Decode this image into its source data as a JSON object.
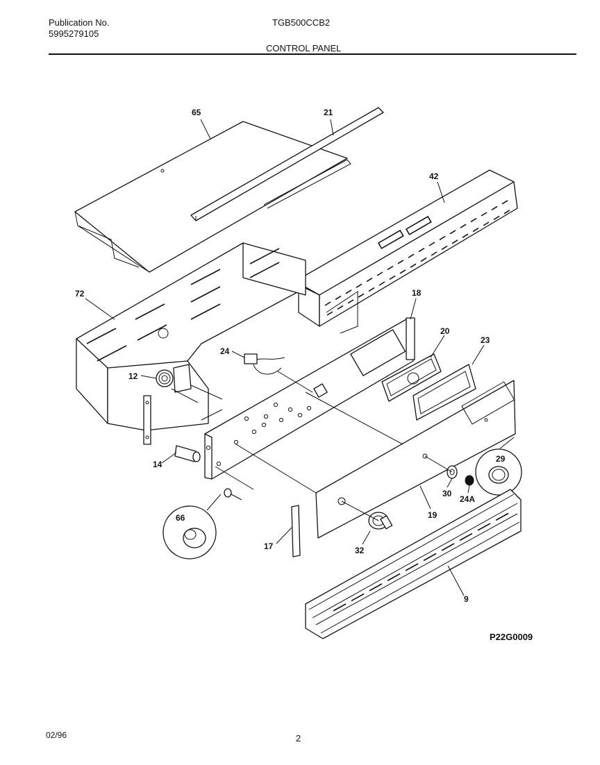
{
  "header": {
    "publication_label": "Publication No.",
    "publication_number": "5995279105",
    "model": "TGB500CCB2",
    "section_title": "CONTROL PANEL"
  },
  "diagram": {
    "drawing_code": "P22G0009",
    "callouts": {
      "c65": "65",
      "c21": "21",
      "c42": "42",
      "c72": "72",
      "c18": "18",
      "c20": "20",
      "c23": "23",
      "c24": "24",
      "c12": "12",
      "c14": "14",
      "c29": "29",
      "c30": "30",
      "c24a": "24A",
      "c19": "19",
      "c66": "66",
      "c17": "17",
      "c32": "32",
      "c9": "9"
    }
  },
  "footer": {
    "date": "02/96",
    "page": "2"
  }
}
